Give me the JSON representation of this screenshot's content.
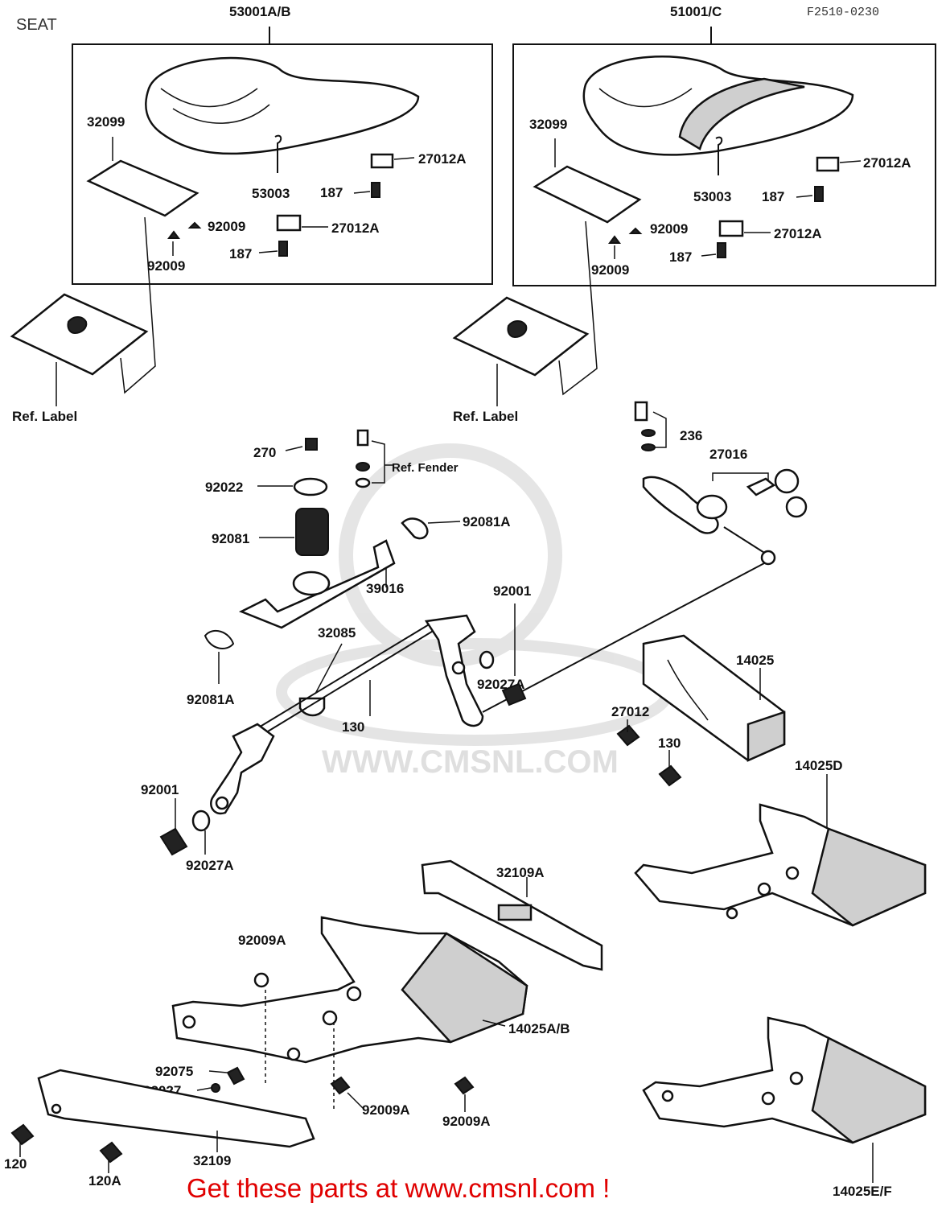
{
  "page": {
    "title": "SEAT",
    "drawing_code": "F2510-0230",
    "promo": "Get these parts at www.cmsnl.com !",
    "watermark": "WWW.CMSNL.COM"
  },
  "diagram": {
    "parts": [
      {
        "id": "p53001",
        "label": "53001A/B"
      },
      {
        "id": "p51001",
        "label": "51001/C"
      },
      {
        "id": "p32099a",
        "label": "32099"
      },
      {
        "id": "p53003a",
        "label": "53003"
      },
      {
        "id": "p27012Aa",
        "label": "27012A"
      },
      {
        "id": "p187a",
        "label": "187"
      },
      {
        "id": "p92009a",
        "label": "92009"
      },
      {
        "id": "p27012Ab",
        "label": "27012A"
      },
      {
        "id": "p187b",
        "label": "187"
      },
      {
        "id": "p92009b",
        "label": "92009"
      },
      {
        "id": "p32099b",
        "label": "32099"
      },
      {
        "id": "p53003b",
        "label": "53003"
      },
      {
        "id": "p187c",
        "label": "187"
      },
      {
        "id": "p27012Ac",
        "label": "27012A"
      },
      {
        "id": "p92009c",
        "label": "92009"
      },
      {
        "id": "p27012Ad",
        "label": "27012A"
      },
      {
        "id": "p187d",
        "label": "187"
      },
      {
        "id": "p92009d",
        "label": "92009"
      },
      {
        "id": "pref1",
        "label": "Ref. Label"
      },
      {
        "id": "pref2",
        "label": "Ref. Label"
      },
      {
        "id": "p236",
        "label": "236"
      },
      {
        "id": "p27016",
        "label": "27016"
      },
      {
        "id": "p270",
        "label": "270"
      },
      {
        "id": "prefFender",
        "label": "Ref. Fender"
      },
      {
        "id": "p92022",
        "label": "92022"
      },
      {
        "id": "p92081A_top",
        "label": "92081A"
      },
      {
        "id": "p92081",
        "label": "92081"
      },
      {
        "id": "p39016",
        "label": "39016"
      },
      {
        "id": "p92001a",
        "label": "92001"
      },
      {
        "id": "p32085",
        "label": "32085"
      },
      {
        "id": "p92027Aa",
        "label": "92027A"
      },
      {
        "id": "p92081A_bot",
        "label": "92081A"
      },
      {
        "id": "p14025",
        "label": "14025"
      },
      {
        "id": "p27012",
        "label": "27012"
      },
      {
        "id": "p130a",
        "label": "130"
      },
      {
        "id": "p130b",
        "label": "130"
      },
      {
        "id": "p14025D",
        "label": "14025D"
      },
      {
        "id": "p92001b",
        "label": "92001"
      },
      {
        "id": "p92027Ab",
        "label": "92027A"
      },
      {
        "id": "p32109A",
        "label": "32109A"
      },
      {
        "id": "p92009A_a",
        "label": "92009A"
      },
      {
        "id": "p14025AB",
        "label": "14025A/B"
      },
      {
        "id": "p92075",
        "label": "92075"
      },
      {
        "id": "p92027",
        "label": "92027"
      },
      {
        "id": "p92009A_b",
        "label": "92009A"
      },
      {
        "id": "p92009A_c",
        "label": "92009A"
      },
      {
        "id": "p120",
        "label": "120"
      },
      {
        "id": "p120A",
        "label": "120A"
      },
      {
        "id": "p32109",
        "label": "32109"
      },
      {
        "id": "p14025EF",
        "label": "14025E/F"
      }
    ]
  }
}
